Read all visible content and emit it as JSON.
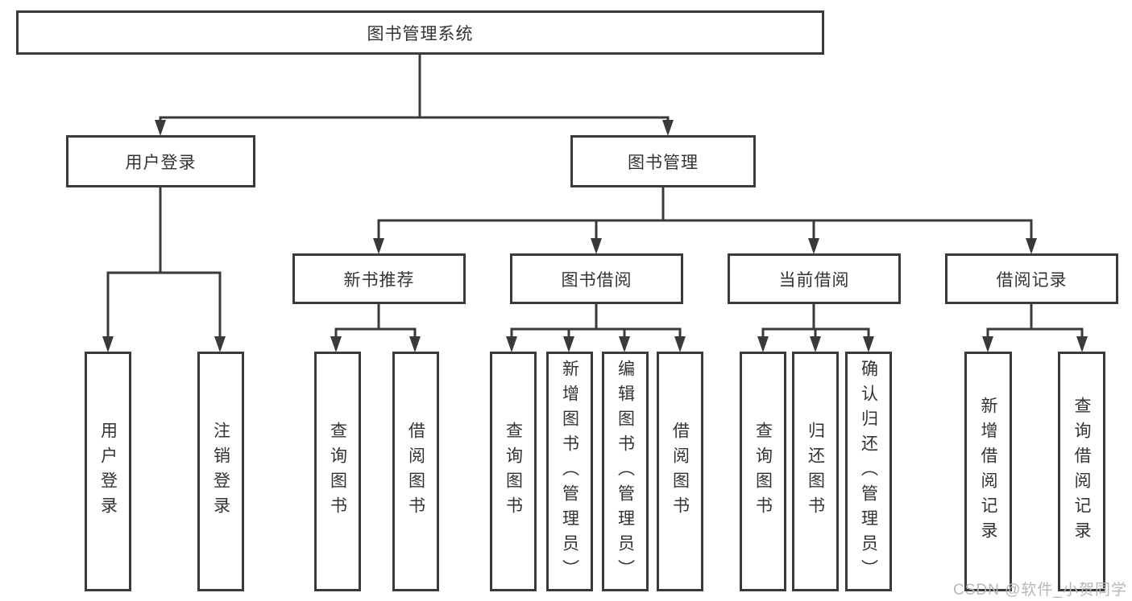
{
  "diagram": {
    "title": "图书管理系统",
    "root": {
      "label": "图书管理系统"
    },
    "level2": [
      {
        "label": "用户登录"
      },
      {
        "label": "图书管理"
      }
    ],
    "level3": [
      {
        "label": "新书推荐"
      },
      {
        "label": "图书借阅"
      },
      {
        "label": "当前借阅"
      },
      {
        "label": "借阅记录"
      }
    ],
    "leaves": {
      "login": [
        "用户登录",
        "注销登录"
      ],
      "recommend": [
        "查询图书",
        "借阅图书"
      ],
      "borrow": [
        "查询图书",
        "新增图书（管理员）",
        "编辑图书（管理员）",
        "借阅图书"
      ],
      "current": [
        "查询图书",
        "归还图书",
        "确认归还（管理员）"
      ],
      "records": [
        "新增借阅记录",
        "查询借阅记录"
      ]
    },
    "watermark": "CSDN @软件_小贺同学",
    "colors": {
      "line": "#3a3a3a",
      "text": "#333333",
      "background": "#ffffff",
      "watermark": "#b7b7b7"
    }
  }
}
